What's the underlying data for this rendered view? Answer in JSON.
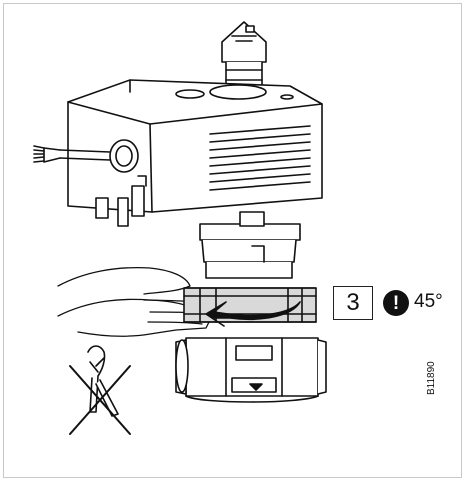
{
  "step": {
    "number": "3"
  },
  "warning": {
    "symbol": "!"
  },
  "rotation": {
    "angle": "45°"
  },
  "figure": {
    "id": "B11890"
  },
  "icons": [
    "actuator-illustration",
    "hand-illustration",
    "rotation-arrow-icon",
    "no-tools-icon",
    "warning-icon"
  ],
  "colors": {
    "line": "#111111",
    "fill": "#ffffff",
    "shade": "#d9d9d9"
  }
}
